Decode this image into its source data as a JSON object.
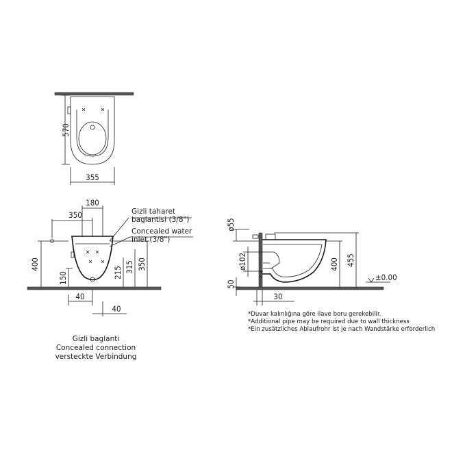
{
  "top_view": {
    "dim_width": "355",
    "dim_depth": "570"
  },
  "front_view": {
    "dim_180": "180",
    "dim_350_top": "350",
    "dim_400": "400",
    "dim_150": "150",
    "dim_215": "215",
    "dim_315": "315",
    "dim_350_side": "350",
    "dim_40_left": "40",
    "dim_40_right": "40",
    "callout_bidet_line1": "Gizli taharet",
    "callout_bidet_line2": "baglantisi  (3/8\")",
    "callout_water_line1": "Concealed water",
    "callout_water_line2": "inlet  (3/8\")",
    "concealed_tr": "Gizli baglanti",
    "concealed_en": "Concealed  connection",
    "concealed_de": "versteckte  Verbindung"
  },
  "side_view": {
    "dim_55": "ø55",
    "dim_102": "ø102",
    "dim_50": "50",
    "dim_30": "30",
    "dim_400": "400",
    "dim_455": "455",
    "floor_level": "±0.00"
  },
  "notes": {
    "note_tr": "*Duvar kalınlığına göre ilave boru gerekebilir.",
    "note_en": "*Additional pipe may be required due to wall thickness",
    "note_de": "*Ein zusätzliches Ablaufrohr ist je nach Wandstärke erforderlich"
  }
}
